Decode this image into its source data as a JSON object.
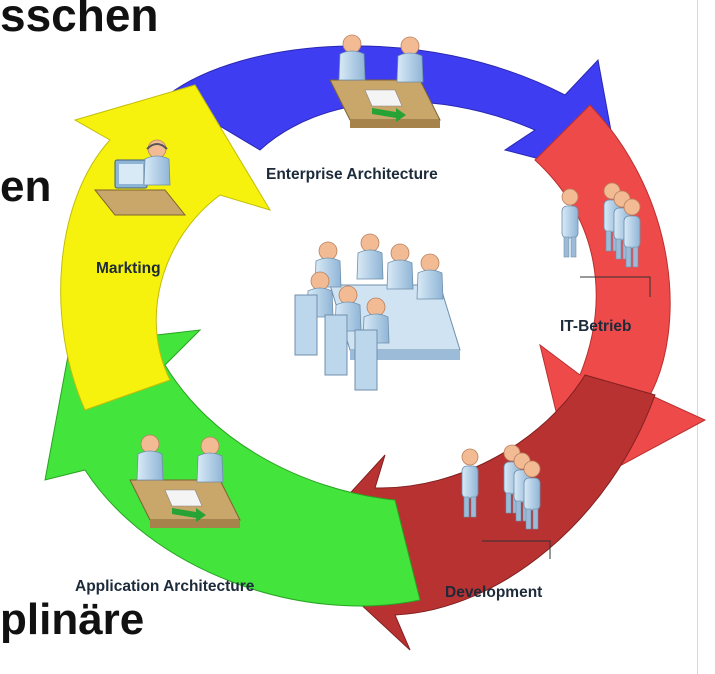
{
  "background_fragments": [
    "sschen",
    "en",
    "plinäre"
  ],
  "labels": {
    "enterprise": "Enterprise Architecture",
    "it_betrieb": "IT-Betrieb",
    "development": "Development",
    "application": "Application Architecture",
    "markting": "Markting"
  },
  "colors": {
    "blue": "#3f3df2",
    "red": "#ef4a4a",
    "darkred": "#b83232",
    "green": "#43e43c",
    "yellow": "#f7f20d",
    "person_body": "#a7c9e4",
    "person_head": "#f2bb93",
    "desk": "#c9a66a"
  },
  "icons": [
    "meeting-table-icon",
    "desk-meeting-icon",
    "operator-icon",
    "team-icon"
  ]
}
